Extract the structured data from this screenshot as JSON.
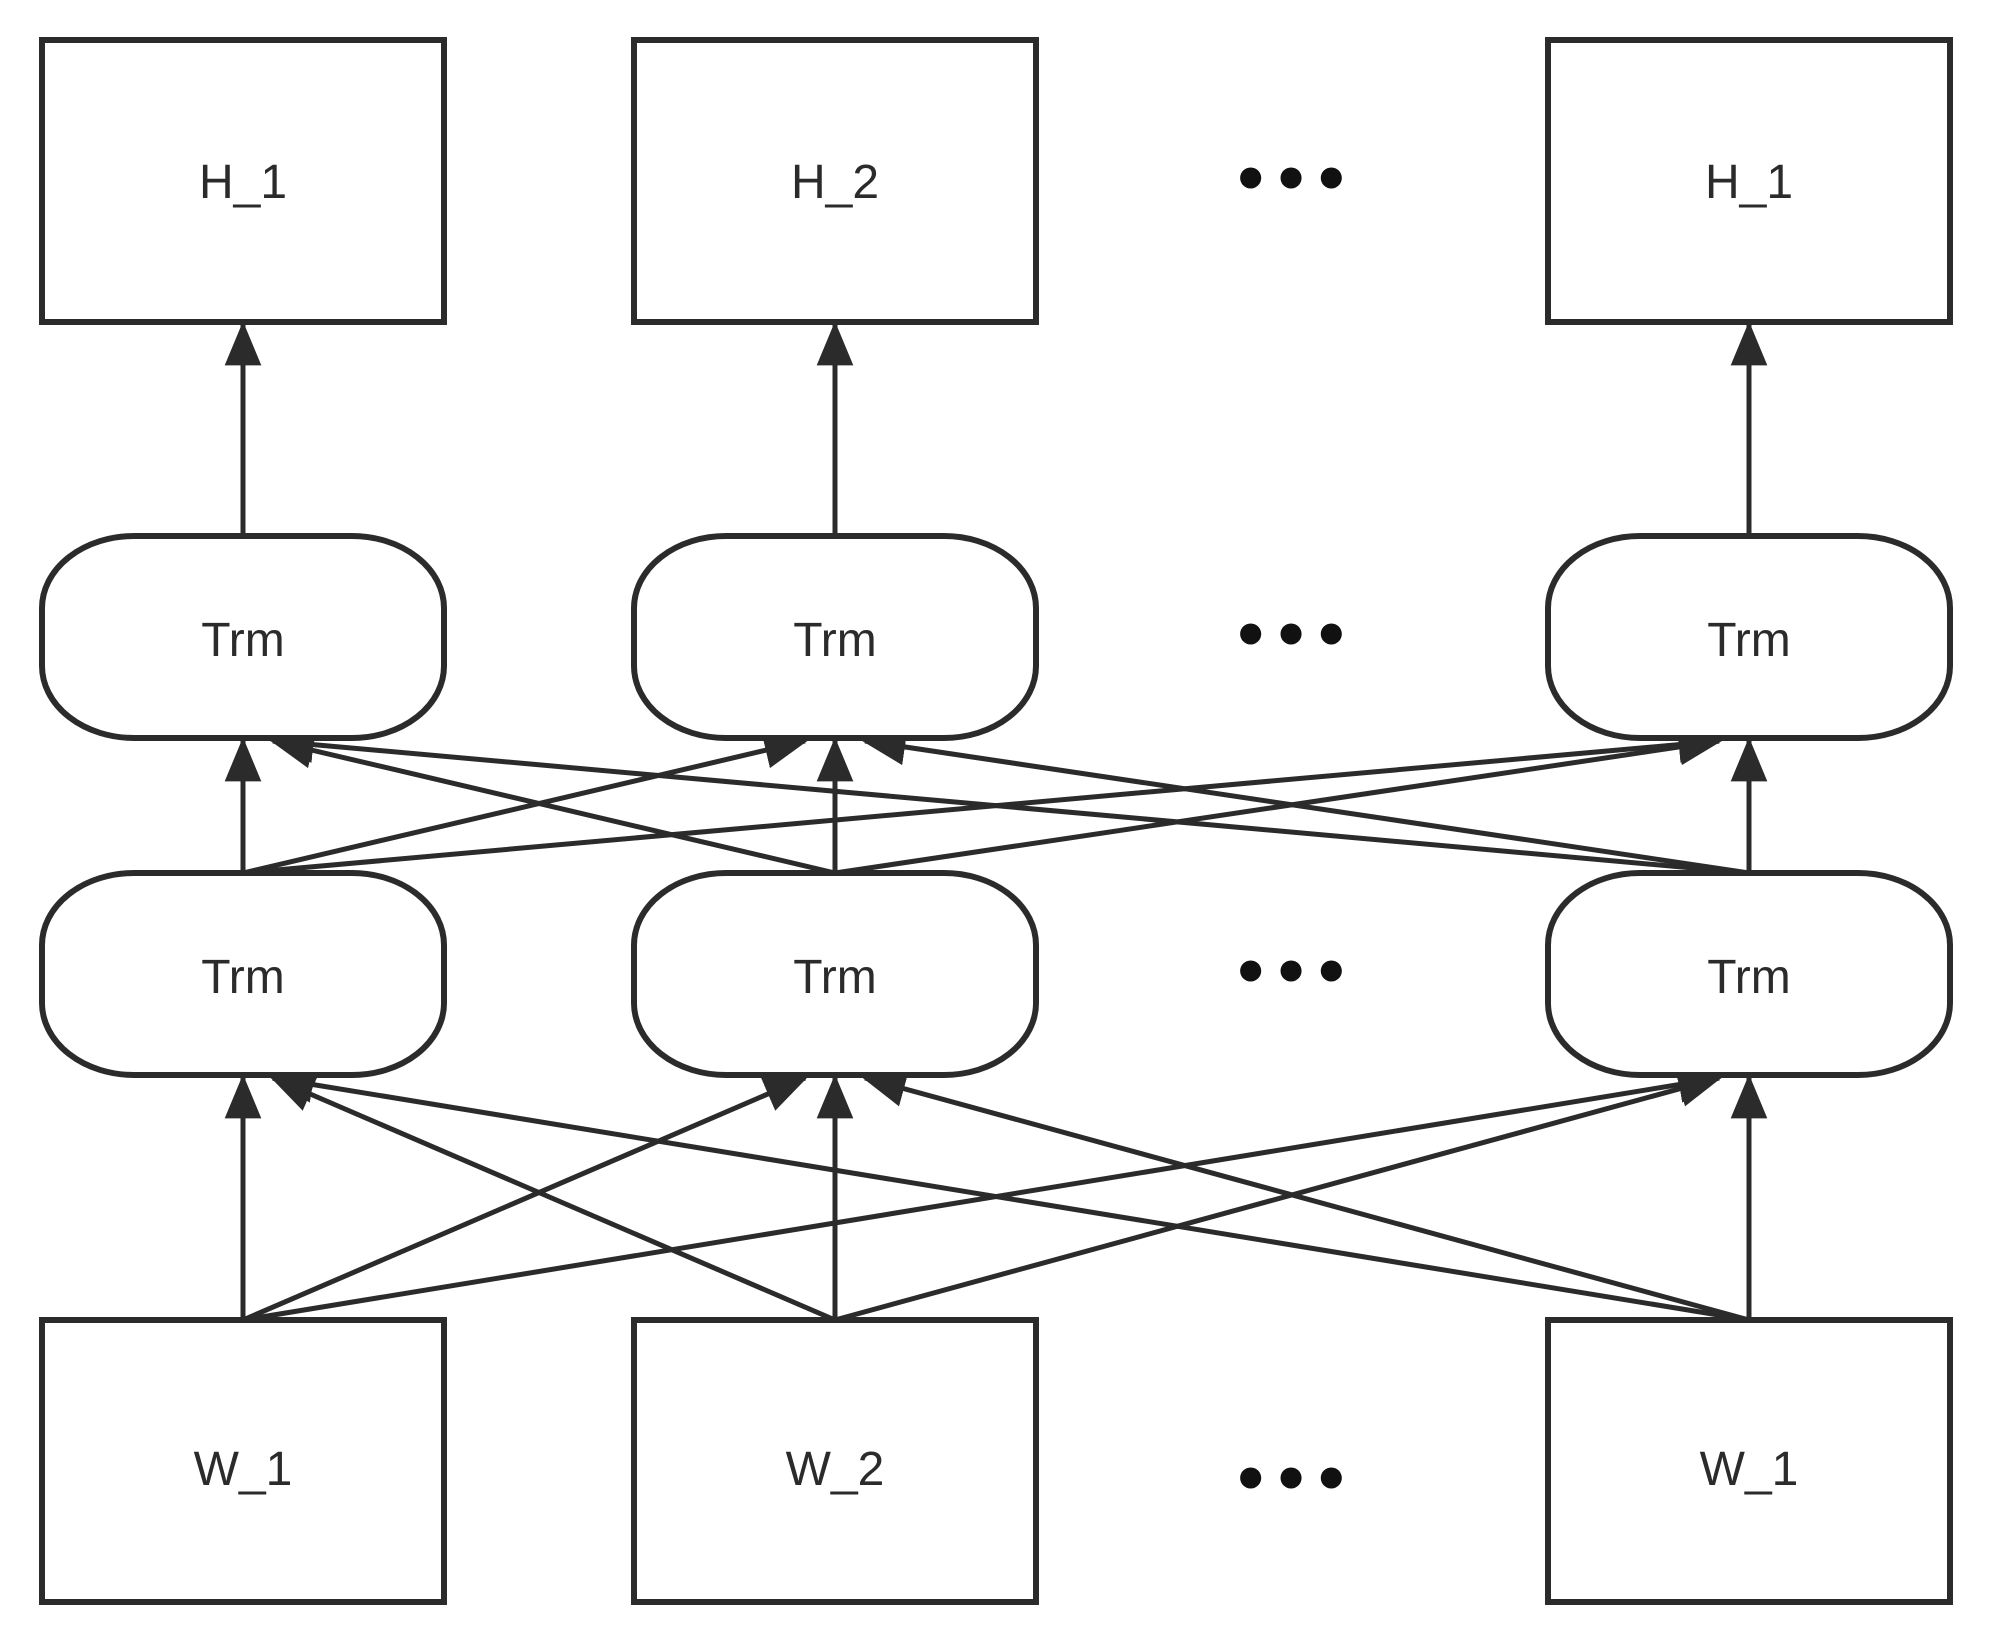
{
  "diagram": {
    "output_nodes": [
      {
        "id": "h1",
        "label": "H_1"
      },
      {
        "id": "h2",
        "label": "H_2"
      },
      {
        "id": "hn",
        "label": "H_1"
      }
    ],
    "layer2_nodes": [
      {
        "id": "t2a",
        "label": "Trm"
      },
      {
        "id": "t2b",
        "label": "Trm"
      },
      {
        "id": "t2c",
        "label": "Trm"
      }
    ],
    "layer1_nodes": [
      {
        "id": "t1a",
        "label": "Trm"
      },
      {
        "id": "t1b",
        "label": "Trm"
      },
      {
        "id": "t1c",
        "label": "Trm"
      }
    ],
    "input_nodes": [
      {
        "id": "w1",
        "label": "W_1"
      },
      {
        "id": "w2",
        "label": "W_2"
      },
      {
        "id": "wn",
        "label": "W_1"
      }
    ],
    "ellipsis": "•••",
    "edges": [
      [
        "w1",
        "t1a"
      ],
      [
        "w1",
        "t1b"
      ],
      [
        "w1",
        "t1c"
      ],
      [
        "w2",
        "t1a"
      ],
      [
        "w2",
        "t1b"
      ],
      [
        "w2",
        "t1c"
      ],
      [
        "wn",
        "t1a"
      ],
      [
        "wn",
        "t1b"
      ],
      [
        "wn",
        "t1c"
      ],
      [
        "t1a",
        "t2a"
      ],
      [
        "t1a",
        "t2b"
      ],
      [
        "t1a",
        "t2c"
      ],
      [
        "t1b",
        "t2a"
      ],
      [
        "t1b",
        "t2b"
      ],
      [
        "t1b",
        "t2c"
      ],
      [
        "t1c",
        "t2a"
      ],
      [
        "t1c",
        "t2b"
      ],
      [
        "t1c",
        "t2c"
      ],
      [
        "t2a",
        "h1"
      ],
      [
        "t2b",
        "h2"
      ],
      [
        "t2c",
        "hn"
      ]
    ],
    "colors": {
      "stroke": "#2b2b2b",
      "background": "#ffffff"
    }
  }
}
